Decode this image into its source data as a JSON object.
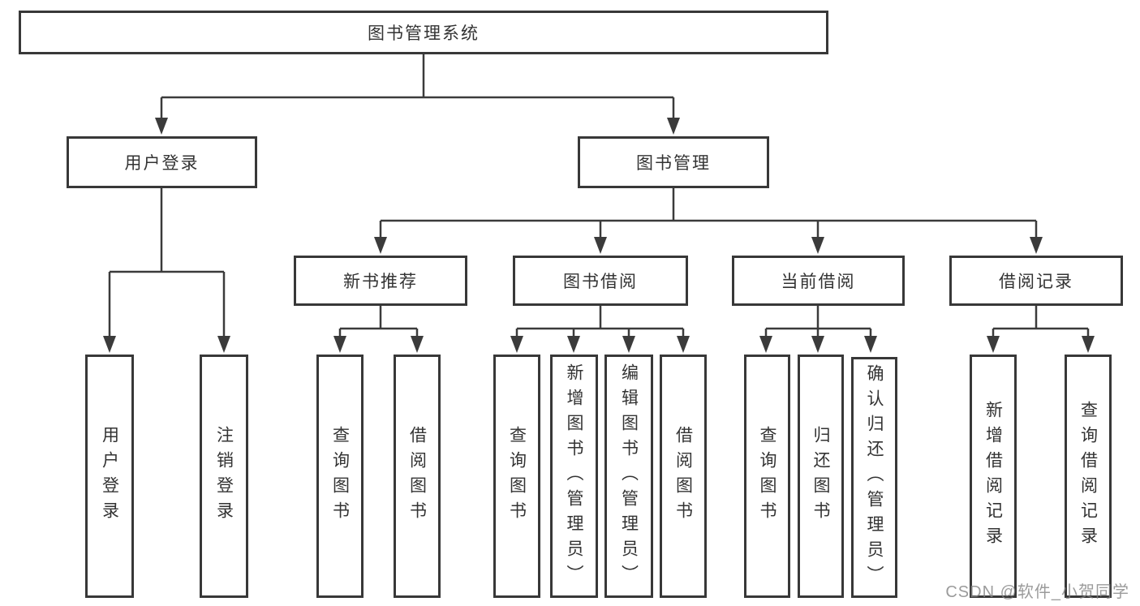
{
  "diagram": {
    "root": {
      "label": "图书管理系统"
    },
    "branches": [
      {
        "label": "用户登录",
        "children": [
          {
            "label": "用户登录"
          },
          {
            "label": "注销登录"
          }
        ]
      },
      {
        "label": "图书管理",
        "children": [
          {
            "label": "新书推荐",
            "children": [
              {
                "label": "查询图书"
              },
              {
                "label": "借阅图书"
              }
            ]
          },
          {
            "label": "图书借阅",
            "children": [
              {
                "label": "查询图书"
              },
              {
                "label": "新增图书（管理员）"
              },
              {
                "label": "编辑图书（管理员）"
              },
              {
                "label": "借阅图书"
              }
            ]
          },
          {
            "label": "当前借阅",
            "children": [
              {
                "label": "查询图书"
              },
              {
                "label": "归还图书"
              },
              {
                "label": "确认归还（管理员）"
              }
            ]
          },
          {
            "label": "借阅记录",
            "children": [
              {
                "label": "新增借阅记录"
              },
              {
                "label": "查询借阅记录"
              }
            ]
          }
        ]
      }
    ]
  },
  "watermark": {
    "text": "CSDN @软件_小贺同学"
  },
  "colors": {
    "line": "#3b3b3b",
    "text": "#333333",
    "background": "#ffffff",
    "watermark": "#828282"
  }
}
